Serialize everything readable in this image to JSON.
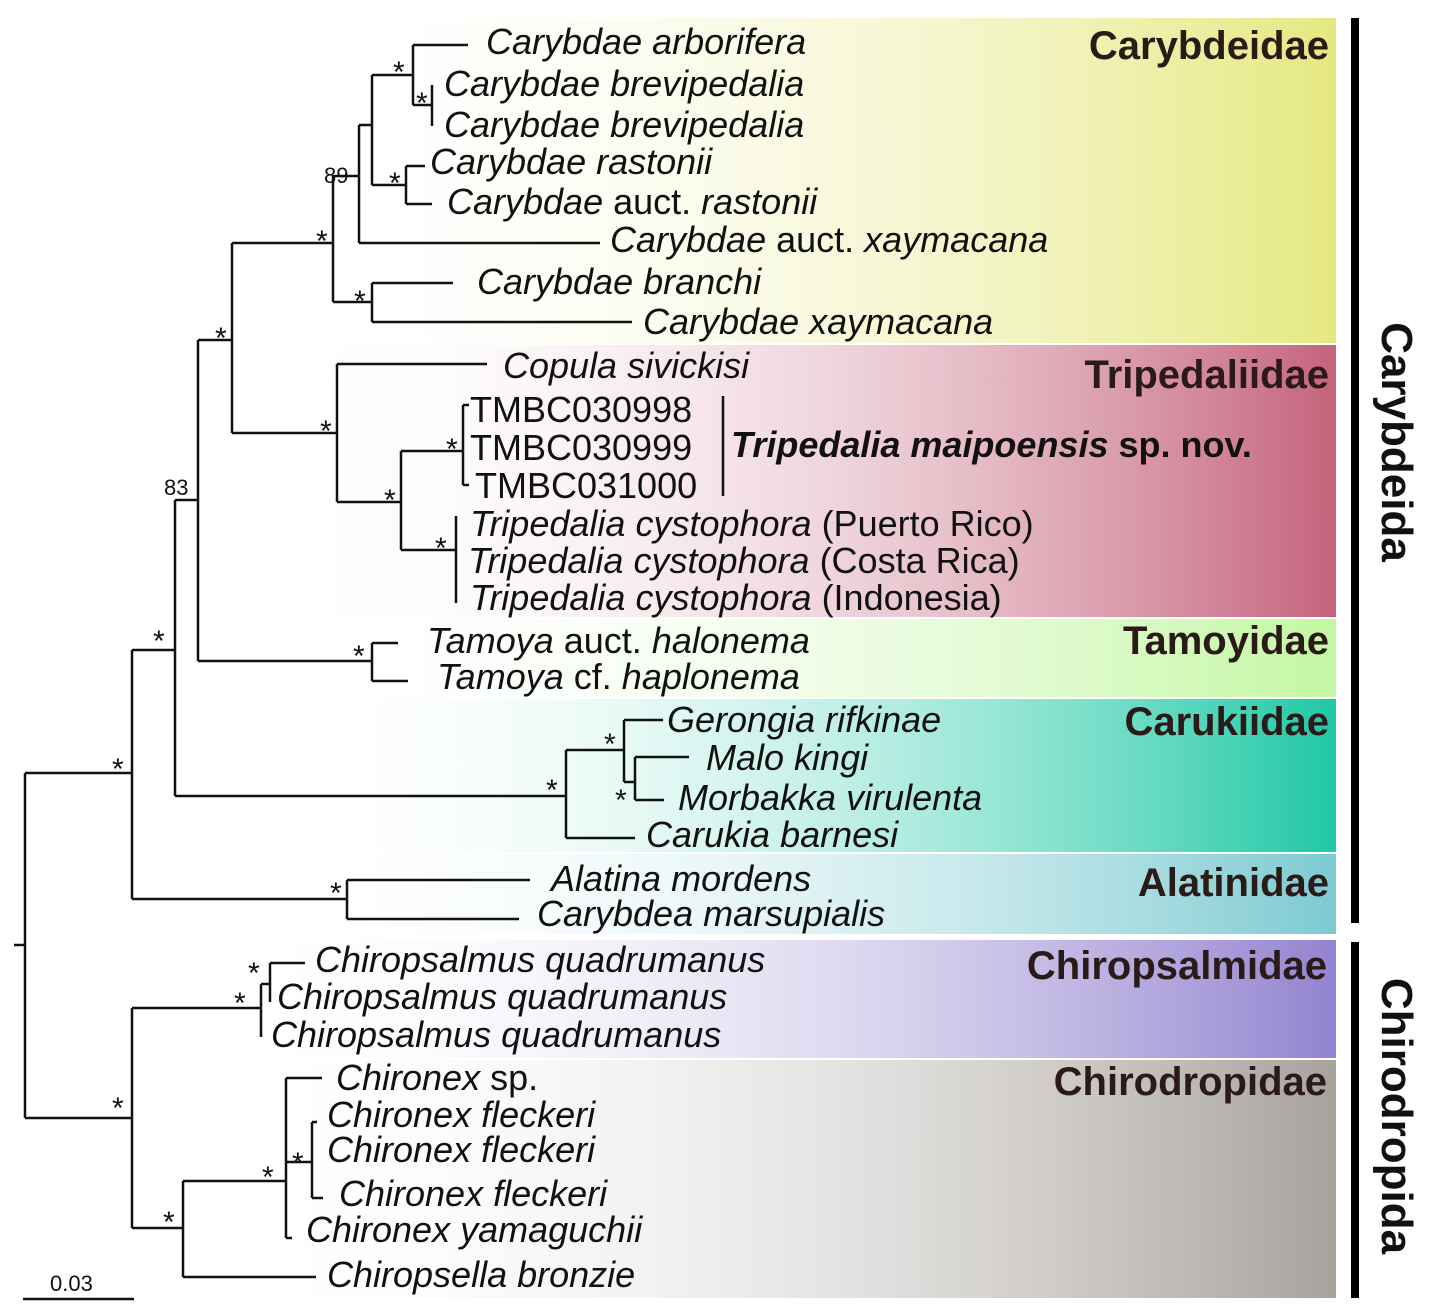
{
  "families": {
    "carybdeidae": "Carybdeidae",
    "tripedaliidae": "Tripedaliidae",
    "tamoyidae": "Tamoyidae",
    "carukiidae": "Carukiidae",
    "alatinidae": "Alatinidae",
    "chiropsalmidae": "Chiropsalmidae",
    "chirodropidae": "Chirodropidae"
  },
  "family_colors": {
    "carybdeidae": "#e8ea8a",
    "tripedaliidae": "#c5657f",
    "tamoyidae": "#c6f7a5",
    "carukiidae": "#20c8a6",
    "alatinidae": "#7fcbd2",
    "chiropsalmidae": "#9486d0",
    "chirodropidae": "#a8a39d"
  },
  "orders": {
    "carybdeida": "Carybdeida",
    "chirodropida": "Chirodropida"
  },
  "taxa": {
    "t1": {
      "genus": "Carybdae",
      "rest": "arborifera"
    },
    "t2": {
      "genus": "Carybdae",
      "rest": "brevipedalia"
    },
    "t3": {
      "genus": "Carybdae",
      "rest": "brevipedalia"
    },
    "t4": {
      "genus": "Carybdae",
      "rest": "rastonii"
    },
    "t5": {
      "genus": "Carybdae",
      "mid": "auct.",
      "rest": "rastonii"
    },
    "t6": {
      "genus": "Carybdae",
      "mid": "auct.",
      "rest": "xaymacana"
    },
    "t7": {
      "genus": "Carybdae",
      "rest": "branchi"
    },
    "t8": {
      "genus": "Carybdae",
      "rest": "xaymacana"
    },
    "t9": {
      "genus": "Copula",
      "rest": "sivickisi"
    },
    "t10": {
      "code": "TMBC030998"
    },
    "t11": {
      "code": "TMBC030999"
    },
    "t12": {
      "code": "TMBC031000"
    },
    "t13": {
      "genus": "Tripedalia",
      "rest": "cystophora",
      "loc": "(Puerto Rico)"
    },
    "t14": {
      "genus": "Tripedalia",
      "rest": "cystophora",
      "loc": "(Costa Rica)"
    },
    "t15": {
      "genus": "Tripedalia",
      "rest": "cystophora",
      "loc": "(Indonesia)"
    },
    "t16": {
      "genus": "Tamoya",
      "mid": "auct.",
      "rest": "halonema"
    },
    "t17": {
      "genus": "Tamoya",
      "mid": "cf.",
      "rest": "haplonema"
    },
    "t18": {
      "genus": "Gerongia",
      "rest": "rifkinae"
    },
    "t19": {
      "genus": "Malo",
      "rest": "kingi"
    },
    "t20": {
      "genus": "Morbakka",
      "rest": "virulenta"
    },
    "t21": {
      "genus": "Carukia",
      "rest": "barnesi"
    },
    "t22": {
      "genus": "Alatina",
      "rest": "mordens"
    },
    "t23": {
      "genus": "Carybdea",
      "rest": "marsupialis"
    },
    "t24": {
      "genus": "Chiropsalmus",
      "rest": "quadrumanus"
    },
    "t25": {
      "genus": "Chiropsalmus",
      "rest": "quadrumanus"
    },
    "t26": {
      "genus": "Chiropsalmus",
      "rest": "quadrumanus"
    },
    "t27": {
      "genus": "Chironex",
      "mid": "sp."
    },
    "t28": {
      "genus": "Chironex",
      "rest": "fleckeri"
    },
    "t29": {
      "genus": "Chironex",
      "rest": "fleckeri"
    },
    "t30": {
      "genus": "Chironex",
      "rest": "fleckeri"
    },
    "t31": {
      "genus": "Chironex",
      "rest": "yamaguchii"
    },
    "t32": {
      "genus": "Chiropsella",
      "rest": "bronzie"
    }
  },
  "new_species": {
    "name": "Tripedalia maipoensis",
    "suffix": "sp. nov."
  },
  "support": {
    "star": "*",
    "n89": "89",
    "n83": "83"
  },
  "scale_bar": {
    "label": "0.03"
  }
}
